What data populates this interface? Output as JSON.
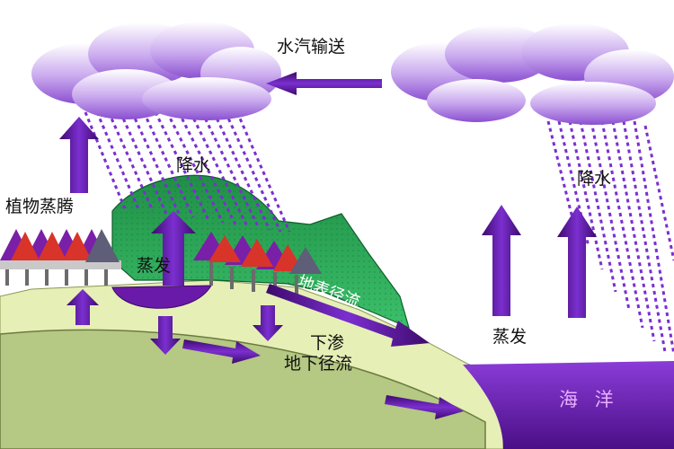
{
  "labels": {
    "vapor_transport": "水汽输送",
    "precip_left": "降水",
    "precip_right": "降水",
    "transpiration": "植物蒸腾",
    "evaporation_land": "蒸发",
    "surface_runoff": "地表径流",
    "infiltration": "下渗",
    "groundwater_runoff": "地下径流",
    "evaporation_sea": "蒸发",
    "ocean": "海 洋"
  },
  "colors": {
    "arrow": "#6a1b9a",
    "cloud": "#b48ee0",
    "rain": "#7b2fd0",
    "hill": "#2fae57",
    "ground": "#e6efb6",
    "soil": "#b5c884",
    "ocean": "#6a1aa8"
  }
}
